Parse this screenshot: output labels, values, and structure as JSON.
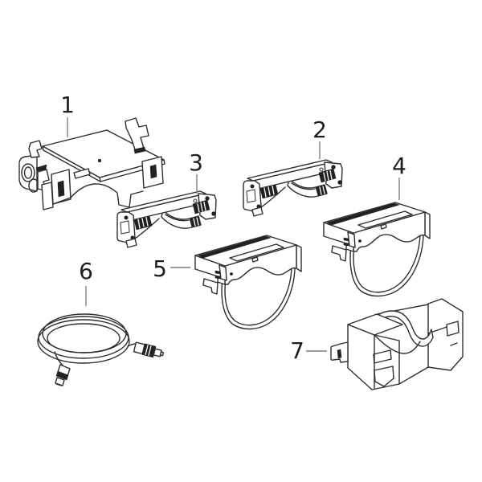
{
  "diagram": {
    "background_color": "#ffffff",
    "line_color": "#2e2e2e",
    "dark_fill_color": "#222222",
    "label_color": "#1d1d1d",
    "leader_line_color": "#7f7f7f",
    "parts": [
      {
        "label": "1"
      },
      {
        "label": "2"
      },
      {
        "label": "3"
      },
      {
        "label": "4"
      },
      {
        "label": "5"
      },
      {
        "label": "6"
      },
      {
        "label": "7"
      }
    ]
  }
}
